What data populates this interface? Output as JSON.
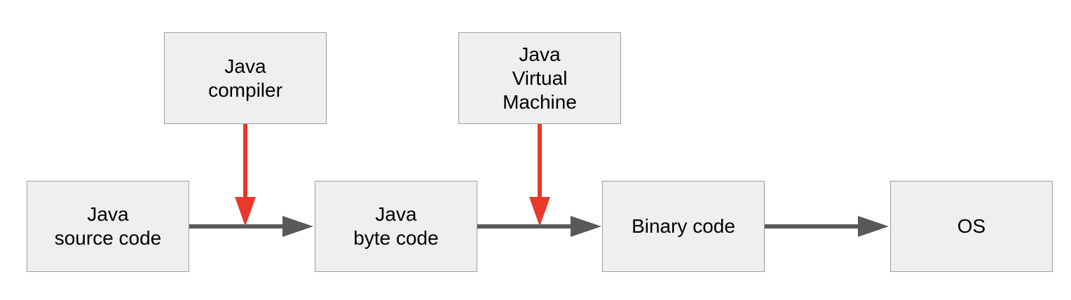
{
  "nodes": {
    "java_compiler": "Java\ncompiler",
    "jvm": "Java\nVirtual\nMachine",
    "source_code": "Java\nsource code",
    "byte_code": "Java\nbyte code",
    "binary_code": "Binary code",
    "os": "OS"
  },
  "colors": {
    "box_fill": "#efefef",
    "box_border": "#9e9e9e",
    "flow_arrow": "#595959",
    "process_arrow": "#e8392b"
  }
}
